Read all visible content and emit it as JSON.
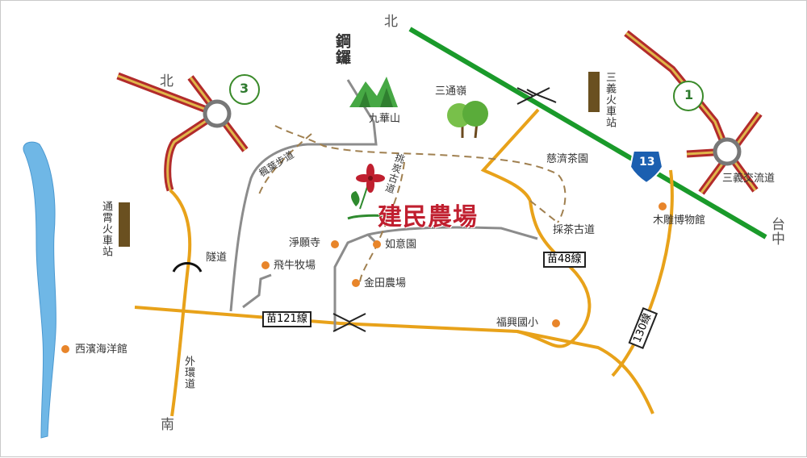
{
  "colors": {
    "provincial_road": "#e8a21a",
    "freeway_outer": "#b22b2b",
    "freeway_inner": "#e0b64a",
    "railway": "#1a9a2a",
    "local_road": "#888888",
    "trail": "#a08050",
    "poi_dot": "#e8852a",
    "station": "#6a5020",
    "river": "#5aa9df",
    "brand": "#c01f2f"
  },
  "title": "建民農場",
  "compass": {
    "north_top": "北",
    "north_left": "北",
    "south": "南",
    "taichung": "台中"
  },
  "mountains": {
    "jian_mountain": "鋼鑼",
    "jiuhua": "九華山",
    "santong": "三通嶺"
  },
  "stations": {
    "tongxiao": "通霄火車站",
    "sanyi": "三義火車站"
  },
  "interchanges": {
    "sanyi_interchange": "三義交流道",
    "freeway_1": "1",
    "freeway_3": "3",
    "expressway_13": "13"
  },
  "places": {
    "feng_ye": "楓葉步道",
    "tea_road_ancient": "挑炭古道",
    "ci_ji_tea": "慈濟茶園",
    "cai_cha": "採茶古道",
    "jing_yuan": "淨願寺",
    "ru_yi": "如意園",
    "jin_tian": "金田農場",
    "fei_niu": "飛牛牧場",
    "fu_xing": "福興國小",
    "mu_diao": "木雕博物館",
    "xi_bin": "西濱海洋館",
    "tunnel": "隧道",
    "ring_road": "外環道"
  },
  "routes": {
    "miao121": "苗121線",
    "miao48": "苗48線",
    "r130": "130線"
  }
}
